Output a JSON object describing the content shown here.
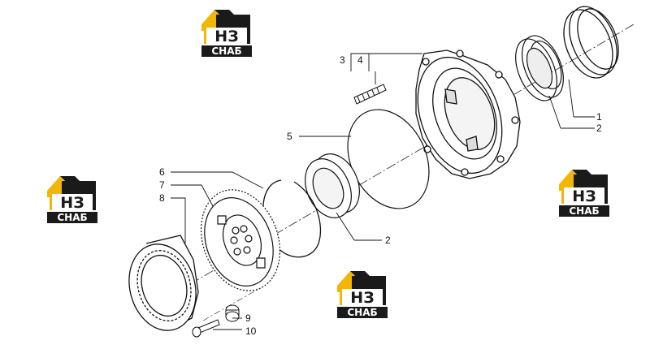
{
  "diagram": {
    "callouts": [
      {
        "id": "c1",
        "text": "1"
      },
      {
        "id": "c2a",
        "text": "2"
      },
      {
        "id": "c2b",
        "text": "2"
      },
      {
        "id": "c3",
        "text": "3"
      },
      {
        "id": "c4",
        "text": "4"
      },
      {
        "id": "c5",
        "text": "5"
      },
      {
        "id": "c6",
        "text": "6"
      },
      {
        "id": "c7",
        "text": "7"
      },
      {
        "id": "c8",
        "text": "8"
      },
      {
        "id": "c9",
        "text": "9"
      },
      {
        "id": "c10",
        "text": "10"
      }
    ]
  },
  "watermark": {
    "mark": "НЗ",
    "word": "СНАБ",
    "colors": {
      "house": "#f2b705",
      "dark": "#1a1a1a",
      "white": "#ffffff"
    }
  }
}
